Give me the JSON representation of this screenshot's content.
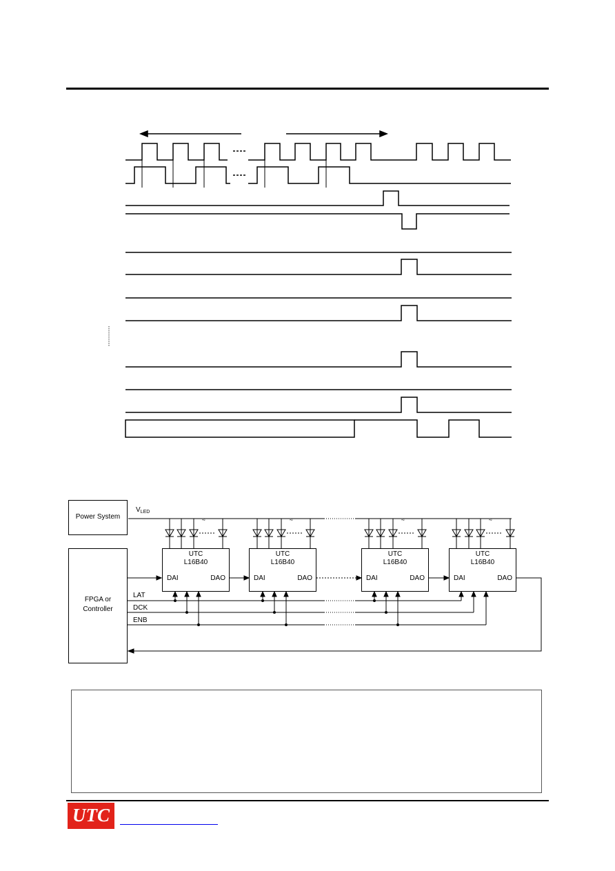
{
  "power_block": {
    "label": "Power System"
  },
  "controller_block": {
    "line1": "FPGA or",
    "line2": "Controller"
  },
  "vled": {
    "prefix": "V",
    "subscript": "LED"
  },
  "signal_labels": {
    "lat": "LAT",
    "dck": "DCK",
    "enb": "ENB"
  },
  "chips": [
    {
      "line1": "UTC",
      "line2": "L16B40",
      "in": "DAI",
      "out": "DAO"
    },
    {
      "line1": "UTC",
      "line2": "L16B40",
      "in": "DAI",
      "out": "DAO"
    },
    {
      "line1": "UTC",
      "line2": "L16B40",
      "in": "DAI",
      "out": "DAO"
    },
    {
      "line1": "UTC",
      "line2": "L16B40",
      "in": "DAI",
      "out": "DAO"
    }
  ],
  "footer": {
    "logo": "UTC"
  },
  "colors": {
    "logo_bg": "#e2231a",
    "link": "#0000ee",
    "ink": "#000000"
  }
}
